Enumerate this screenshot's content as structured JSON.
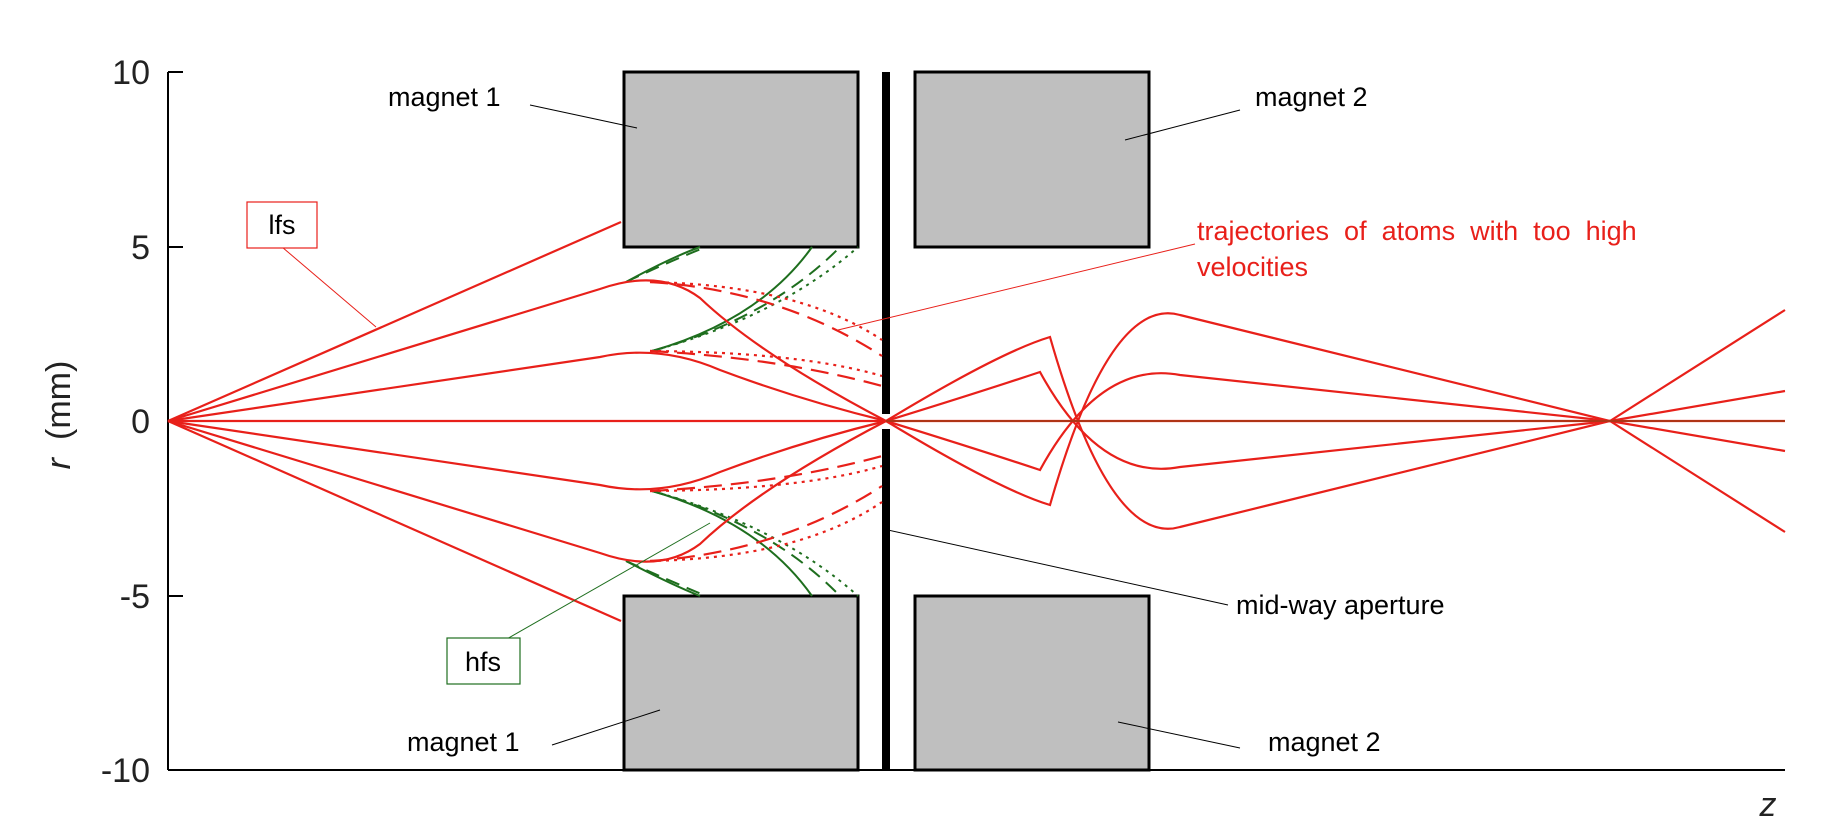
{
  "axes": {
    "ylabel_var": "r",
    "ylabel_unit": "(mm)",
    "xlabel_var": "z",
    "y_ticks": [
      "10",
      "5",
      "0",
      "-5",
      "-10"
    ]
  },
  "annotations": {
    "magnet1_top": "magnet 1",
    "magnet2_top": "magnet 2",
    "magnet1_bottom": "magnet 1",
    "magnet2_bottom": "magnet 2",
    "lfs": "lfs",
    "hfs": "hfs",
    "traj_line1": "trajectories  of  atoms  with  too  high",
    "traj_line2": "velocities",
    "aperture": "mid-way aperture"
  },
  "colors": {
    "red": "#e8201a",
    "green": "#1e6e1e",
    "magnet": "#bfbfbf",
    "axis": "#000000"
  }
}
